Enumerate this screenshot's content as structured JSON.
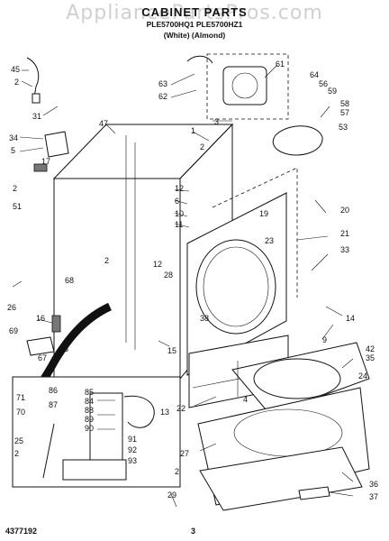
{
  "watermark": "AppliancePartsPros.com",
  "header": {
    "title": "CABINET PARTS",
    "models": "PLE5700HQ1 PLE5700HZ1",
    "colors": "(White)    (Almond)"
  },
  "footer": {
    "doc_number": "4377192",
    "page_number": "3"
  },
  "callouts": [
    "45",
    "2",
    "31",
    "34",
    "5",
    "17",
    "2",
    "51",
    "47",
    "1",
    "63",
    "62",
    "61",
    "64",
    "56",
    "59",
    "58",
    "57",
    "53",
    "3",
    "2",
    "12",
    "6",
    "10",
    "11",
    "19",
    "20",
    "21",
    "33",
    "23",
    "2",
    "68",
    "26",
    "16",
    "18",
    "69",
    "67",
    "28",
    "12",
    "38",
    "14",
    "9",
    "15",
    "42",
    "35",
    "24",
    "4",
    "13",
    "22",
    "71",
    "86",
    "70",
    "87",
    "85",
    "84",
    "88",
    "89",
    "90",
    "91",
    "92",
    "93",
    "25",
    "2",
    "27",
    "2",
    "29",
    "36",
    "37"
  ]
}
